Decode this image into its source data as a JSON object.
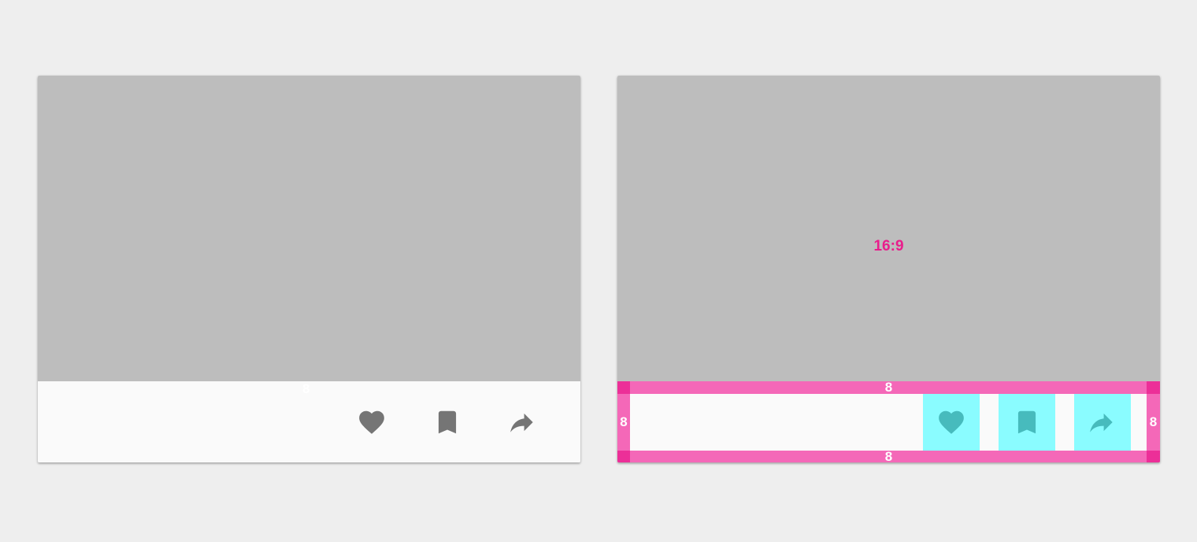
{
  "cards": [
    {
      "id": "reference",
      "media_label": "",
      "stray_spacing_label": "8",
      "actions": [
        {
          "name": "like",
          "icon": "heart-icon"
        },
        {
          "name": "bookmark",
          "icon": "bookmark-icon"
        },
        {
          "name": "share",
          "icon": "share-icon"
        }
      ]
    },
    {
      "id": "spec",
      "media_label": "16:9",
      "padding": {
        "top": "8",
        "right": "8",
        "bottom": "8",
        "left": "8"
      },
      "actions": [
        {
          "name": "like",
          "icon": "heart-icon"
        },
        {
          "name": "bookmark",
          "icon": "bookmark-icon"
        },
        {
          "name": "share",
          "icon": "share-icon"
        }
      ]
    }
  ],
  "colors": {
    "background": "#eeeeee",
    "card": "#fafafa",
    "media": "#bdbdbd",
    "icon": "#757575",
    "padding_overlay": "#f468b8",
    "padding_corner": "#ec2f98",
    "ratio_label": "#e91e8c",
    "touch_target": "#8afcff",
    "touch_target_icon": "#47bbbd"
  }
}
